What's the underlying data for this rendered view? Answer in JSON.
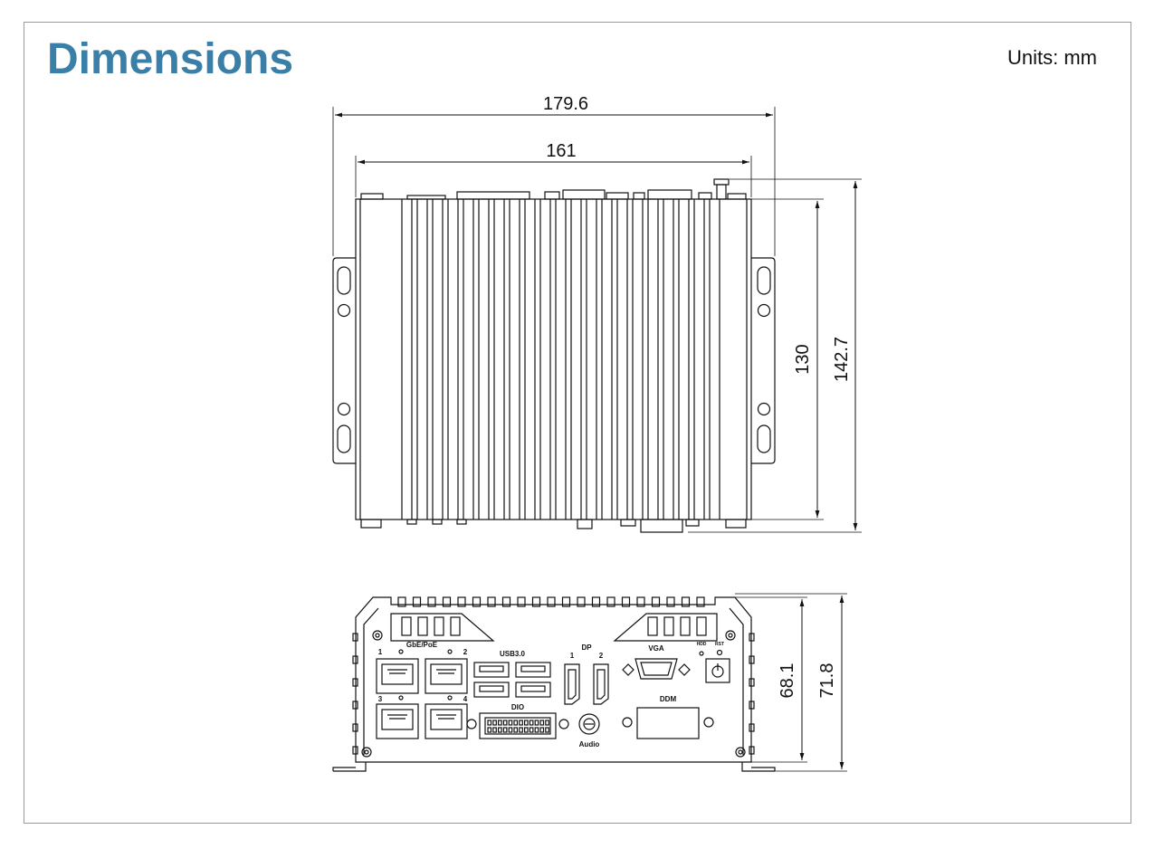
{
  "title": "Dimensions",
  "units": "Units: mm",
  "colors": {
    "title": "#3a7fa8",
    "line": "#111111",
    "frame": "#9a9a9a"
  },
  "top_view": {
    "width_overall": "179.6",
    "width_body": "161",
    "depth_body": "130",
    "depth_overall": "142.7"
  },
  "front_view": {
    "height_body": "68.1",
    "height_overall": "71.8",
    "labels": {
      "gbe": "GbE/PoE",
      "port1": "1",
      "port2": "2",
      "port3": "3",
      "port4": "4",
      "usb": "USB3.0",
      "dp": "DP",
      "dp1": "1",
      "dp2": "2",
      "vga": "VGA",
      "hdd": "HDD",
      "rst": "RST",
      "dio": "DIO",
      "ddm": "DDM",
      "audio": "Audio"
    }
  }
}
